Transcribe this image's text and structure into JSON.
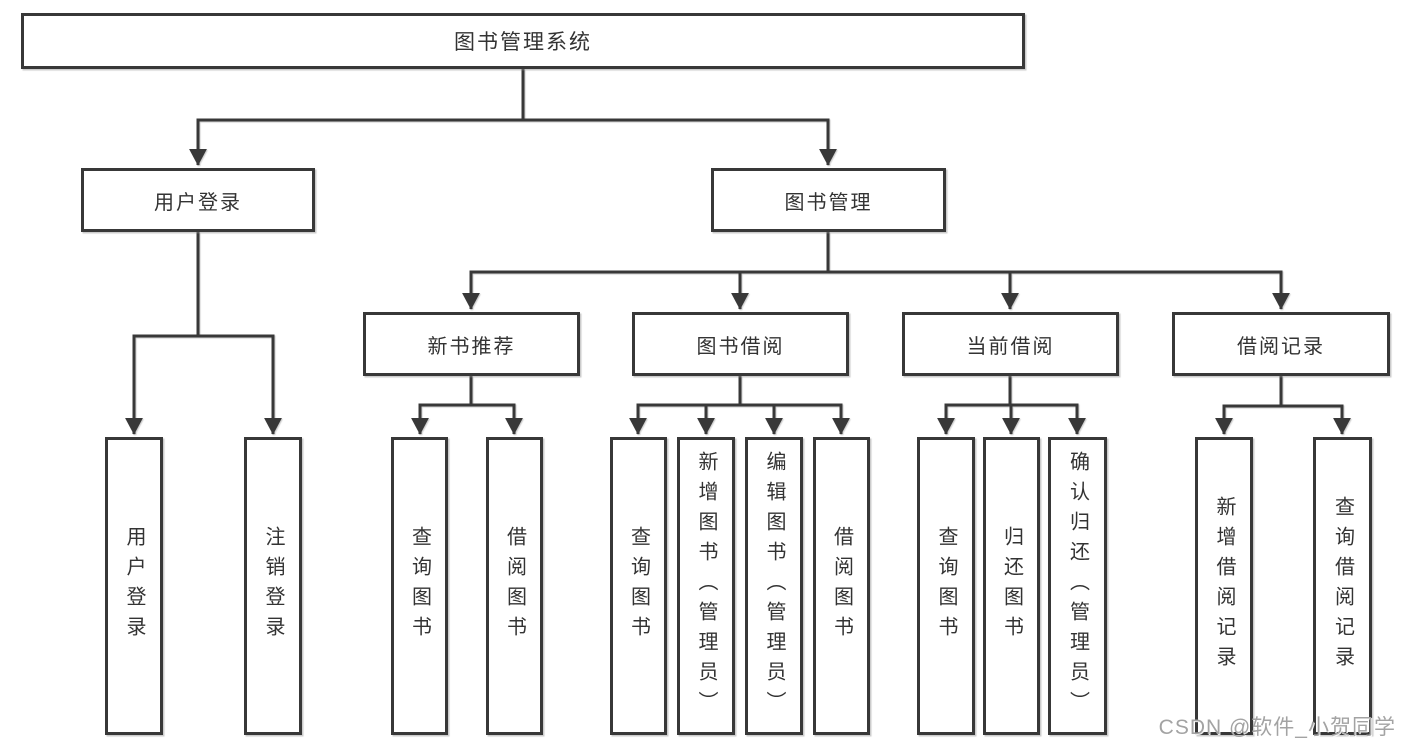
{
  "tree": {
    "label": "图书管理系统",
    "children": [
      {
        "label": "用户登录",
        "children": [
          {
            "label": "用户登录"
          },
          {
            "label": "注销登录"
          }
        ]
      },
      {
        "label": "图书管理",
        "children": [
          {
            "label": "新书推荐",
            "children": [
              {
                "label": "查询图书"
              },
              {
                "label": "借阅图书"
              }
            ]
          },
          {
            "label": "图书借阅",
            "children": [
              {
                "label": "查询图书"
              },
              {
                "label": "新增图书（管理员）"
              },
              {
                "label": "编辑图书（管理员）"
              },
              {
                "label": "借阅图书"
              }
            ]
          },
          {
            "label": "当前借阅",
            "children": [
              {
                "label": "查询图书"
              },
              {
                "label": "归还图书"
              },
              {
                "label": "确认归还（管理员）"
              }
            ]
          },
          {
            "label": "借阅记录",
            "children": [
              {
                "label": "新增借阅记录"
              },
              {
                "label": "查询借阅记录"
              }
            ]
          }
        ]
      }
    ]
  },
  "watermark": {
    "text": "CSDN @软件_小贺同学"
  },
  "colors": {
    "line": "#383838",
    "box_border": "#383838",
    "text": "#333333",
    "watermark": "#a3a3a3",
    "background": "#ffffff"
  }
}
